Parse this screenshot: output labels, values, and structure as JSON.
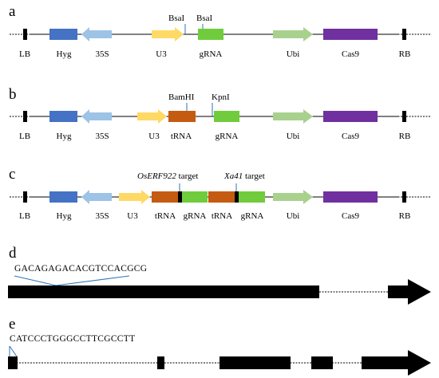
{
  "colors": {
    "hyg": "#4472C4",
    "p35s": "#9DC3E6",
    "u3": "#FFD966",
    "grna": "#70CC3C",
    "ubi": "#A9D18E",
    "cas9": "#7030A0",
    "trna": "#C55A11",
    "border": "#000000",
    "site_line": "#2E75B6"
  },
  "panel_a": {
    "letter": "a",
    "site1": "BsaI",
    "site2": "BsaI",
    "labels": {
      "lb": "LB",
      "hyg": "Hyg",
      "p35s": "35S",
      "u3": "U3",
      "grna": "gRNA",
      "ubi": "Ubi",
      "cas9": "Cas9",
      "rb": "RB"
    }
  },
  "panel_b": {
    "letter": "b",
    "site1": "BamHI",
    "site2": "KpnI",
    "labels": {
      "lb": "LB",
      "hyg": "Hyg",
      "p35s": "35S",
      "u3": "U3",
      "trna": "tRNA",
      "grna": "gRNA",
      "ubi": "Ubi",
      "cas9": "Cas9",
      "rb": "RB"
    }
  },
  "panel_c": {
    "letter": "c",
    "target1_gene": "OsERF922",
    "target1_suffix": " target",
    "target2_gene": "Xa41",
    "target2_suffix": " target",
    "labels": {
      "lb": "LB",
      "hyg": "Hyg",
      "p35s": "35S",
      "u3": "U3",
      "trna1": "tRNA",
      "grna1": "gRNA",
      "trna2": "tRNA",
      "grna2": "gRNA",
      "ubi": "Ubi",
      "cas9": "Cas9",
      "rb": "RB"
    }
  },
  "panel_d": {
    "letter": "d",
    "sequence": "GACAGAGACACGTCCACGCG"
  },
  "panel_e": {
    "letter": "e",
    "sequence": "CATCCCTGGGCCTTCGCCTT"
  }
}
